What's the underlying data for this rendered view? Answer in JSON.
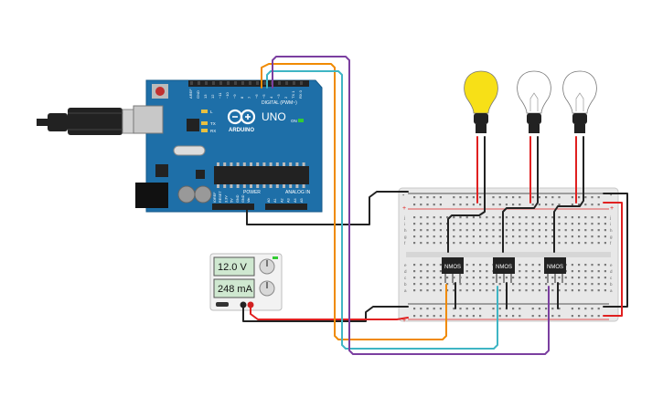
{
  "arduino": {
    "brand": "ARDUINO",
    "model": "UNO",
    "on_label": "ON",
    "digital_label": "DIGITAL (PWM~)",
    "power_label": "POWER",
    "analog_label": "ANALOG IN",
    "tx_label": "TX",
    "rx_label": "RX",
    "l_label": "L",
    "power_pins": [
      "IOREF",
      "RESET",
      "3.3V",
      "5V",
      "GND",
      "GND",
      "Vin"
    ],
    "analog_pins": [
      "A0",
      "A1",
      "A2",
      "A3",
      "A4",
      "A5"
    ],
    "digital_pins": [
      "AREF",
      "GND",
      "13",
      "12",
      "~11",
      "~10",
      "~9",
      "8",
      "7",
      "~6",
      "~5",
      "4",
      "~3",
      "2",
      "TX 1",
      "RX 0"
    ]
  },
  "power_supply": {
    "voltage": "12.0 V",
    "current": "248 mA"
  },
  "transistors": [
    {
      "label": "NMOS"
    },
    {
      "label": "NMOS"
    },
    {
      "label": "NMOS"
    }
  ],
  "bulbs": [
    {
      "state": "on"
    },
    {
      "state": "off"
    },
    {
      "state": "off"
    }
  ],
  "breadboard": {
    "plus": "+",
    "minus": "-",
    "row_letters_top": [
      "j",
      "i",
      "h",
      "g",
      "f"
    ],
    "row_letters_bottom": [
      "e",
      "d",
      "c",
      "b",
      "a"
    ]
  },
  "colors": {
    "arduino_board": "#1e6fa8",
    "wire_black": "#222222",
    "wire_red": "#e02020",
    "wire_orange": "#f08a00",
    "wire_teal": "#3fb5c4",
    "wire_purple": "#7b3fa0",
    "bulb_on": "#f7e017",
    "breadboard": "#e8e8e8"
  }
}
